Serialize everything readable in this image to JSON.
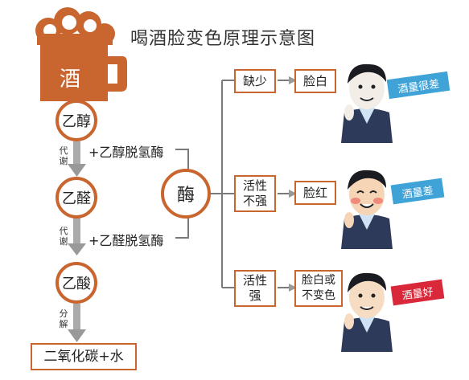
{
  "title": "喝酒脸变色原理示意图",
  "beer_label": "酒",
  "chain": {
    "ethanol": "乙醇",
    "acetaldehyde": "乙醛",
    "acetic_acid": "乙酸",
    "final_product": "二氧化碳+水"
  },
  "step_labels": {
    "metabolism_1": [
      "代",
      "谢"
    ],
    "metabolism_2": [
      "代",
      "谢"
    ],
    "decompose": [
      "分",
      "解"
    ]
  },
  "enzymes": {
    "adh": "+乙醇脱氢酶",
    "aldh": "+乙醛脱氢酶",
    "center": "酶"
  },
  "branches": [
    {
      "activity": "缺少",
      "result": "脸白",
      "badge": "酒量很差",
      "badge_color": "#3fa3d8"
    },
    {
      "activity": "活性\n不强",
      "result": "脸红",
      "badge": "酒量差",
      "badge_color": "#3fa3d8"
    },
    {
      "activity": "活性\n强",
      "result": "脸白或\n不变色",
      "badge": "酒量好",
      "badge_color": "#d9283a"
    }
  ],
  "colors": {
    "brand_orange": "#c9652f",
    "arrow_gray": "#999999",
    "line_gray": "#7a7a7a"
  }
}
